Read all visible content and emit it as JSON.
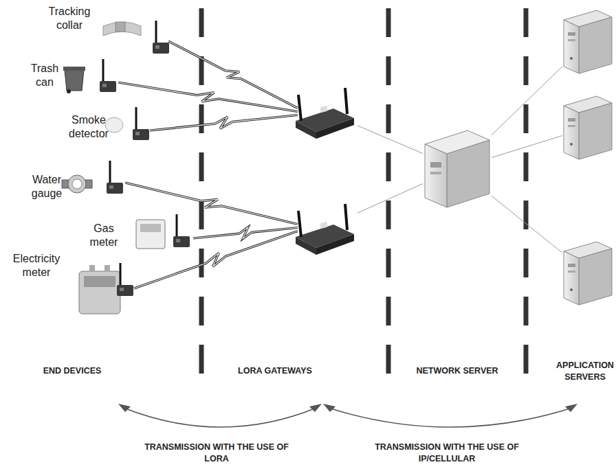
{
  "diagram": {
    "nodes": [
      {
        "text": [
          "Tracking collar"
        ]
      },
      {
        "text": [
          "Trash can"
        ]
      },
      {
        "text": [
          "Smoke detector"
        ]
      },
      {
        "text": [
          "Water gauge"
        ]
      },
      {
        "text": [
          "Gas meter"
        ]
      },
      {
        "text": [
          "Electricity meter"
        ]
      },
      {
        "text": []
      },
      {
        "text": []
      },
      {
        "text": []
      },
      {
        "text": []
      },
      {
        "text": []
      },
      {
        "text": []
      }
    ],
    "edges": [
      {
        "from": 0,
        "to": 6,
        "arrow": "none"
      },
      {
        "from": 1,
        "to": 6,
        "arrow": "none"
      },
      {
        "from": 2,
        "to": 6,
        "arrow": "none"
      },
      {
        "from": 3,
        "to": 7,
        "arrow": "none"
      },
      {
        "from": 4,
        "to": 7,
        "arrow": "none"
      },
      {
        "from": 5,
        "to": 7,
        "arrow": "none"
      },
      {
        "from": 6,
        "to": 8,
        "arrow": "none"
      },
      {
        "from": 7,
        "to": 8,
        "arrow": "none"
      },
      {
        "from": 8,
        "to": 9,
        "arrow": "none"
      },
      {
        "from": 8,
        "to": 10,
        "arrow": "none"
      },
      {
        "from": 8,
        "to": 11,
        "arrow": "none"
      }
    ],
    "labels": [
      "END DEVICES",
      "LORA GATEWAYS",
      "NETWORK SERVER",
      "APPLICATION SERVERS",
      "TRANSMISSION WITH THE USE OF LORA",
      "TRANSMISSION WITH THE USE OF IP/CELLULAR"
    ]
  }
}
